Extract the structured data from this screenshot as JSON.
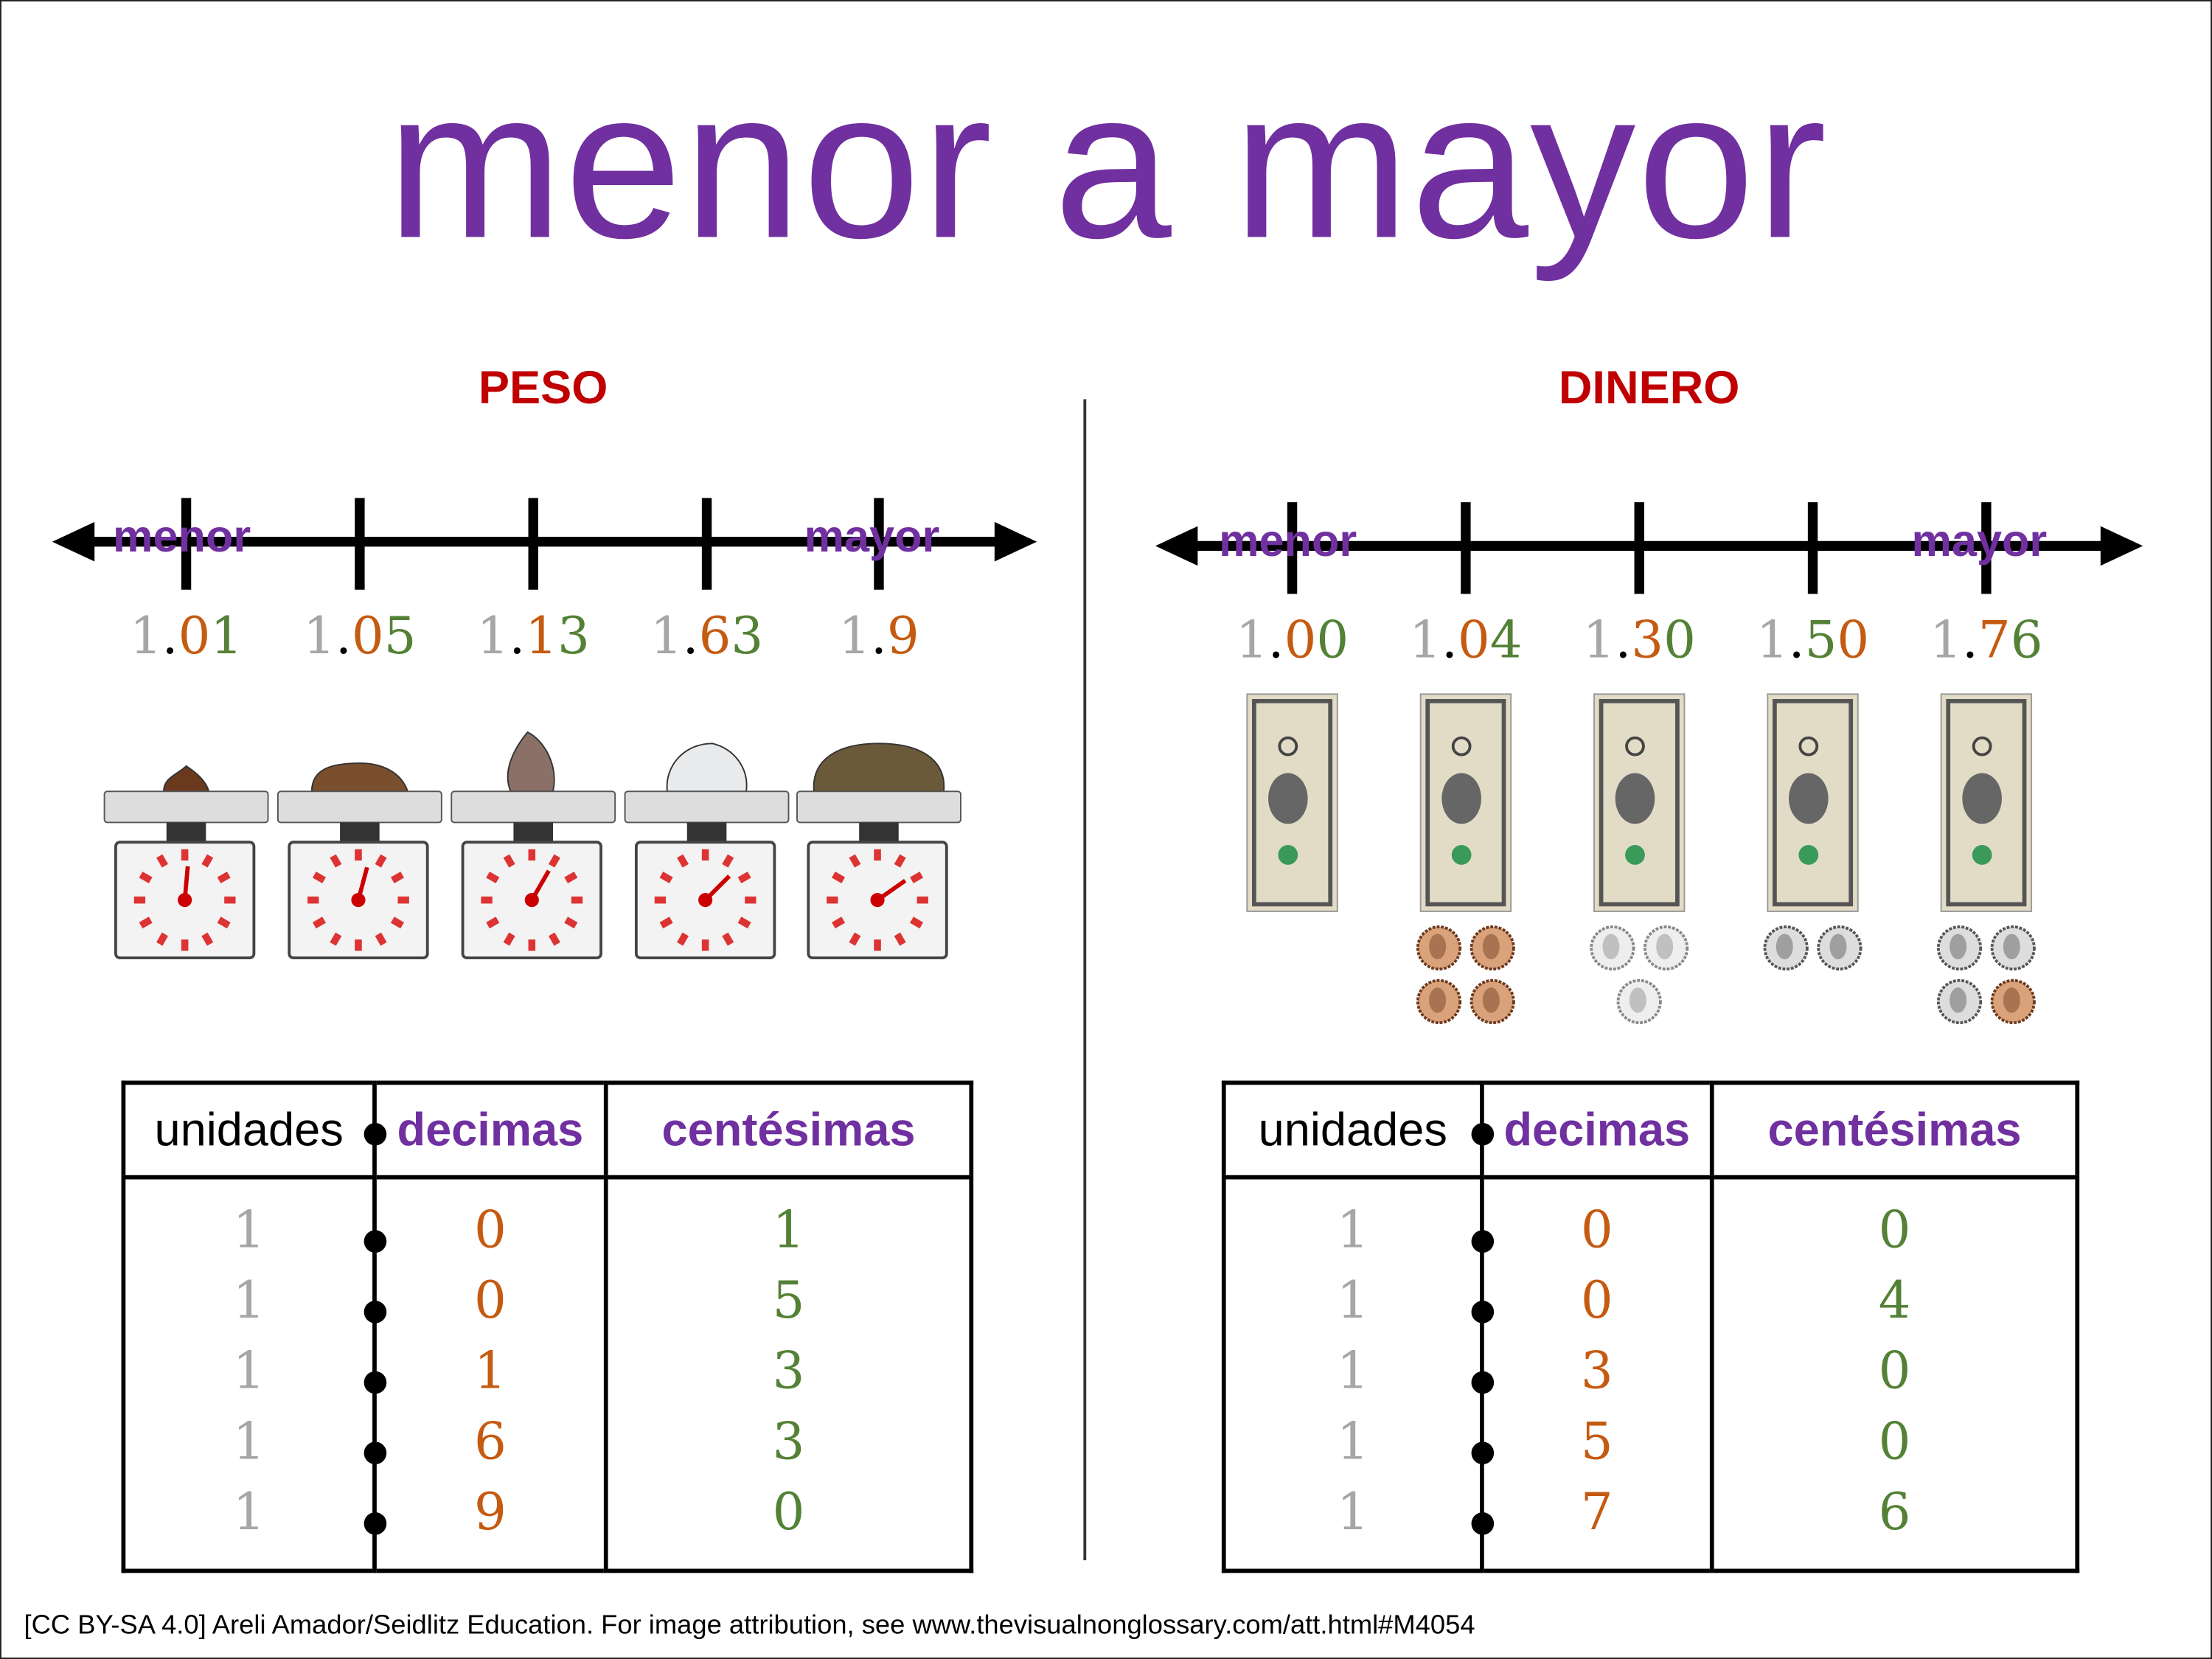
{
  "title": "menor a mayor",
  "colors": {
    "title": "#7030a0",
    "section": "#c00000",
    "whole": "#a6a6a6",
    "tenths_orange": "#c55a11",
    "hundredths_green": "#538135"
  },
  "peso": {
    "heading": "PESO",
    "line_left_label": "menor",
    "line_right_label": "mayor",
    "values": [
      {
        "whole": "1",
        "point": ".",
        "d1": "0",
        "d2": "1",
        "c1": "o",
        "c2": "gr"
      },
      {
        "whole": "1",
        "point": ".",
        "d1": "0",
        "d2": "5",
        "c1": "o",
        "c2": "gr"
      },
      {
        "whole": "1",
        "point": ".",
        "d1": "1",
        "d2": "3",
        "c1": "o",
        "c2": "gr"
      },
      {
        "whole": "1",
        "point": ".",
        "d1": "6",
        "d2": "3",
        "c1": "o",
        "c2": "gr"
      },
      {
        "whole": "1",
        "point": ".",
        "d1": "9",
        "d2": "",
        "c1": "o",
        "c2": "gr"
      }
    ],
    "items": [
      "small-rock",
      "flat-rock",
      "striped-rock",
      "white-rock",
      "large-rock"
    ]
  },
  "dinero": {
    "heading": "DINERO",
    "line_left_label": "menor",
    "line_right_label": "mayor",
    "values": [
      {
        "whole": "1",
        "point": ".",
        "d1": "0",
        "d2": "0",
        "c1": "o",
        "c2": "gr"
      },
      {
        "whole": "1",
        "point": ".",
        "d1": "0",
        "d2": "4",
        "c1": "o",
        "c2": "gr"
      },
      {
        "whole": "1",
        "point": ".",
        "d1": "3",
        "d2": "0",
        "c1": "o",
        "c2": "gr"
      },
      {
        "whole": "1",
        "point": ".",
        "d1": "5",
        "d2": "0",
        "c1": "gr",
        "c2": "o"
      },
      {
        "whole": "1",
        "point": ".",
        "d1": "7",
        "d2": "6",
        "c1": "o",
        "c2": "gr"
      }
    ],
    "coins": [
      [],
      [
        "penny",
        "penny",
        "penny",
        "penny"
      ],
      [
        "dime",
        "dime",
        "dime"
      ],
      [
        "quarter",
        "quarter"
      ],
      [
        "quarter",
        "quarter",
        "quarter",
        "penny"
      ]
    ]
  },
  "tables": {
    "headers": [
      "unidades",
      "decimas",
      "centésimas"
    ],
    "peso_rows": [
      [
        "1",
        "0",
        "1"
      ],
      [
        "1",
        "0",
        "5"
      ],
      [
        "1",
        "1",
        "3"
      ],
      [
        "1",
        "6",
        "3"
      ],
      [
        "1",
        "9",
        "0"
      ]
    ],
    "dinero_rows": [
      [
        "1",
        "0",
        "0"
      ],
      [
        "1",
        "0",
        "4"
      ],
      [
        "1",
        "3",
        "0"
      ],
      [
        "1",
        "5",
        "0"
      ],
      [
        "1",
        "7",
        "6"
      ]
    ]
  },
  "footer": "[CC BY-SA 4.0] Areli Amador/Seidlitz Education. For image attribution, see www.thevisualnonglossary.com/att.html#M4054"
}
